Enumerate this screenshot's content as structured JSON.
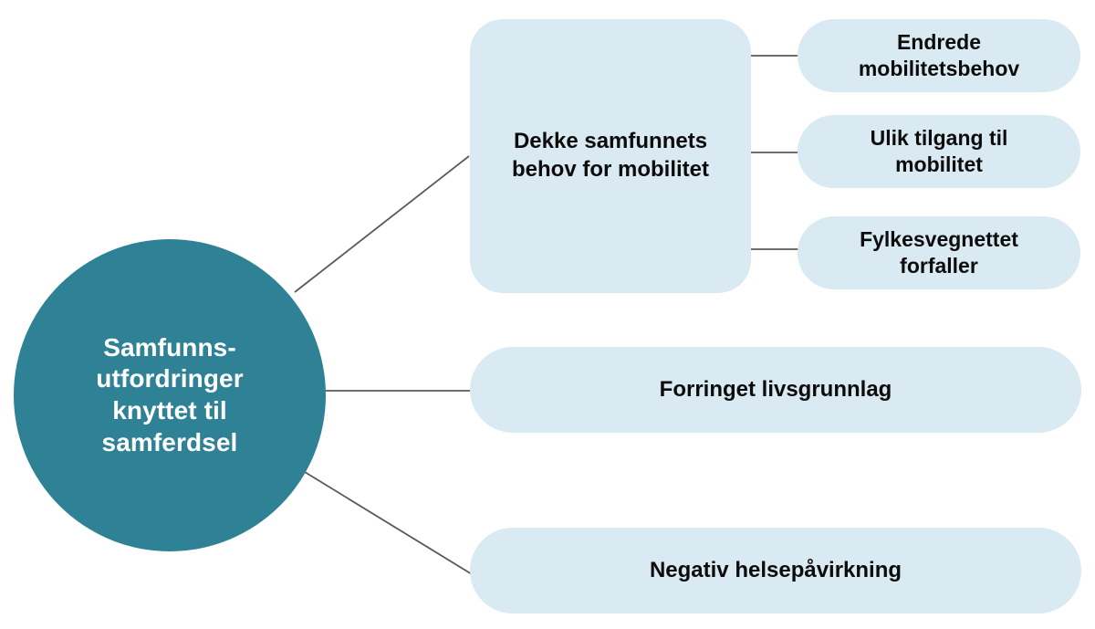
{
  "diagram": {
    "type": "mind-map",
    "title": "Samfunnsutfordringer knyttet til samferdsel",
    "colors": {
      "hub_fill": "#2F8296",
      "hub_text": "#FFFFFF",
      "node_fill": "#DAEAF2",
      "node_text": "#0C0C0C",
      "connector": "#595959",
      "background": "#FFFFFF"
    },
    "hub": {
      "label": "Samfunns-\nutfordringer\nknyttet til\nsamferdsel",
      "line1": "Samfunns-",
      "line2": "utfordringer",
      "line3": "knyttet til",
      "line4": "samferdsel"
    },
    "branches": [
      {
        "id": "mobilitet",
        "label": "Dekke samfunnets behov for mobilitet",
        "line1": "Dekke samfunnets",
        "line2": "behov for mobilitet",
        "children": [
          {
            "id": "endrede-mobilitetsbehov",
            "label": "Endrede mobilitetsbehov",
            "line1": "Endrede",
            "line2": "mobilitetsbehov"
          },
          {
            "id": "ulik-tilgang",
            "label": "Ulik tilgang til mobilitet",
            "line1": "Ulik tilgang til",
            "line2": "mobilitet"
          },
          {
            "id": "fylkesvegnettet",
            "label": "Fylkesvegnettet forfaller",
            "line1": "Fylkesvegnettet",
            "line2": "forfaller"
          }
        ]
      },
      {
        "id": "livsgrunnlag",
        "label": "Forringet livsgrunnlag",
        "children": []
      },
      {
        "id": "helse",
        "label": "Negativ helsepåvirkning",
        "children": []
      }
    ]
  }
}
